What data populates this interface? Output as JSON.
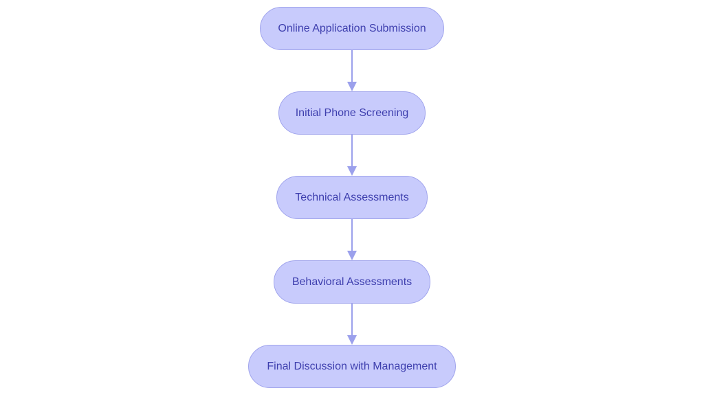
{
  "diagram": {
    "type": "flowchart",
    "direction": "top-to-bottom",
    "colors": {
      "node_fill": "#c8cbfc",
      "node_border": "#a0a4ec",
      "text": "#3e3fae",
      "edge": "#9ba0ec"
    },
    "nodes": [
      {
        "id": "n1",
        "label": "Online Application Submission"
      },
      {
        "id": "n2",
        "label": "Initial Phone Screening"
      },
      {
        "id": "n3",
        "label": "Technical Assessments"
      },
      {
        "id": "n4",
        "label": "Behavioral Assessments"
      },
      {
        "id": "n5",
        "label": "Final Discussion with Management"
      }
    ],
    "edges": [
      {
        "from": "n1",
        "to": "n2"
      },
      {
        "from": "n2",
        "to": "n3"
      },
      {
        "from": "n3",
        "to": "n4"
      },
      {
        "from": "n4",
        "to": "n5"
      }
    ]
  }
}
